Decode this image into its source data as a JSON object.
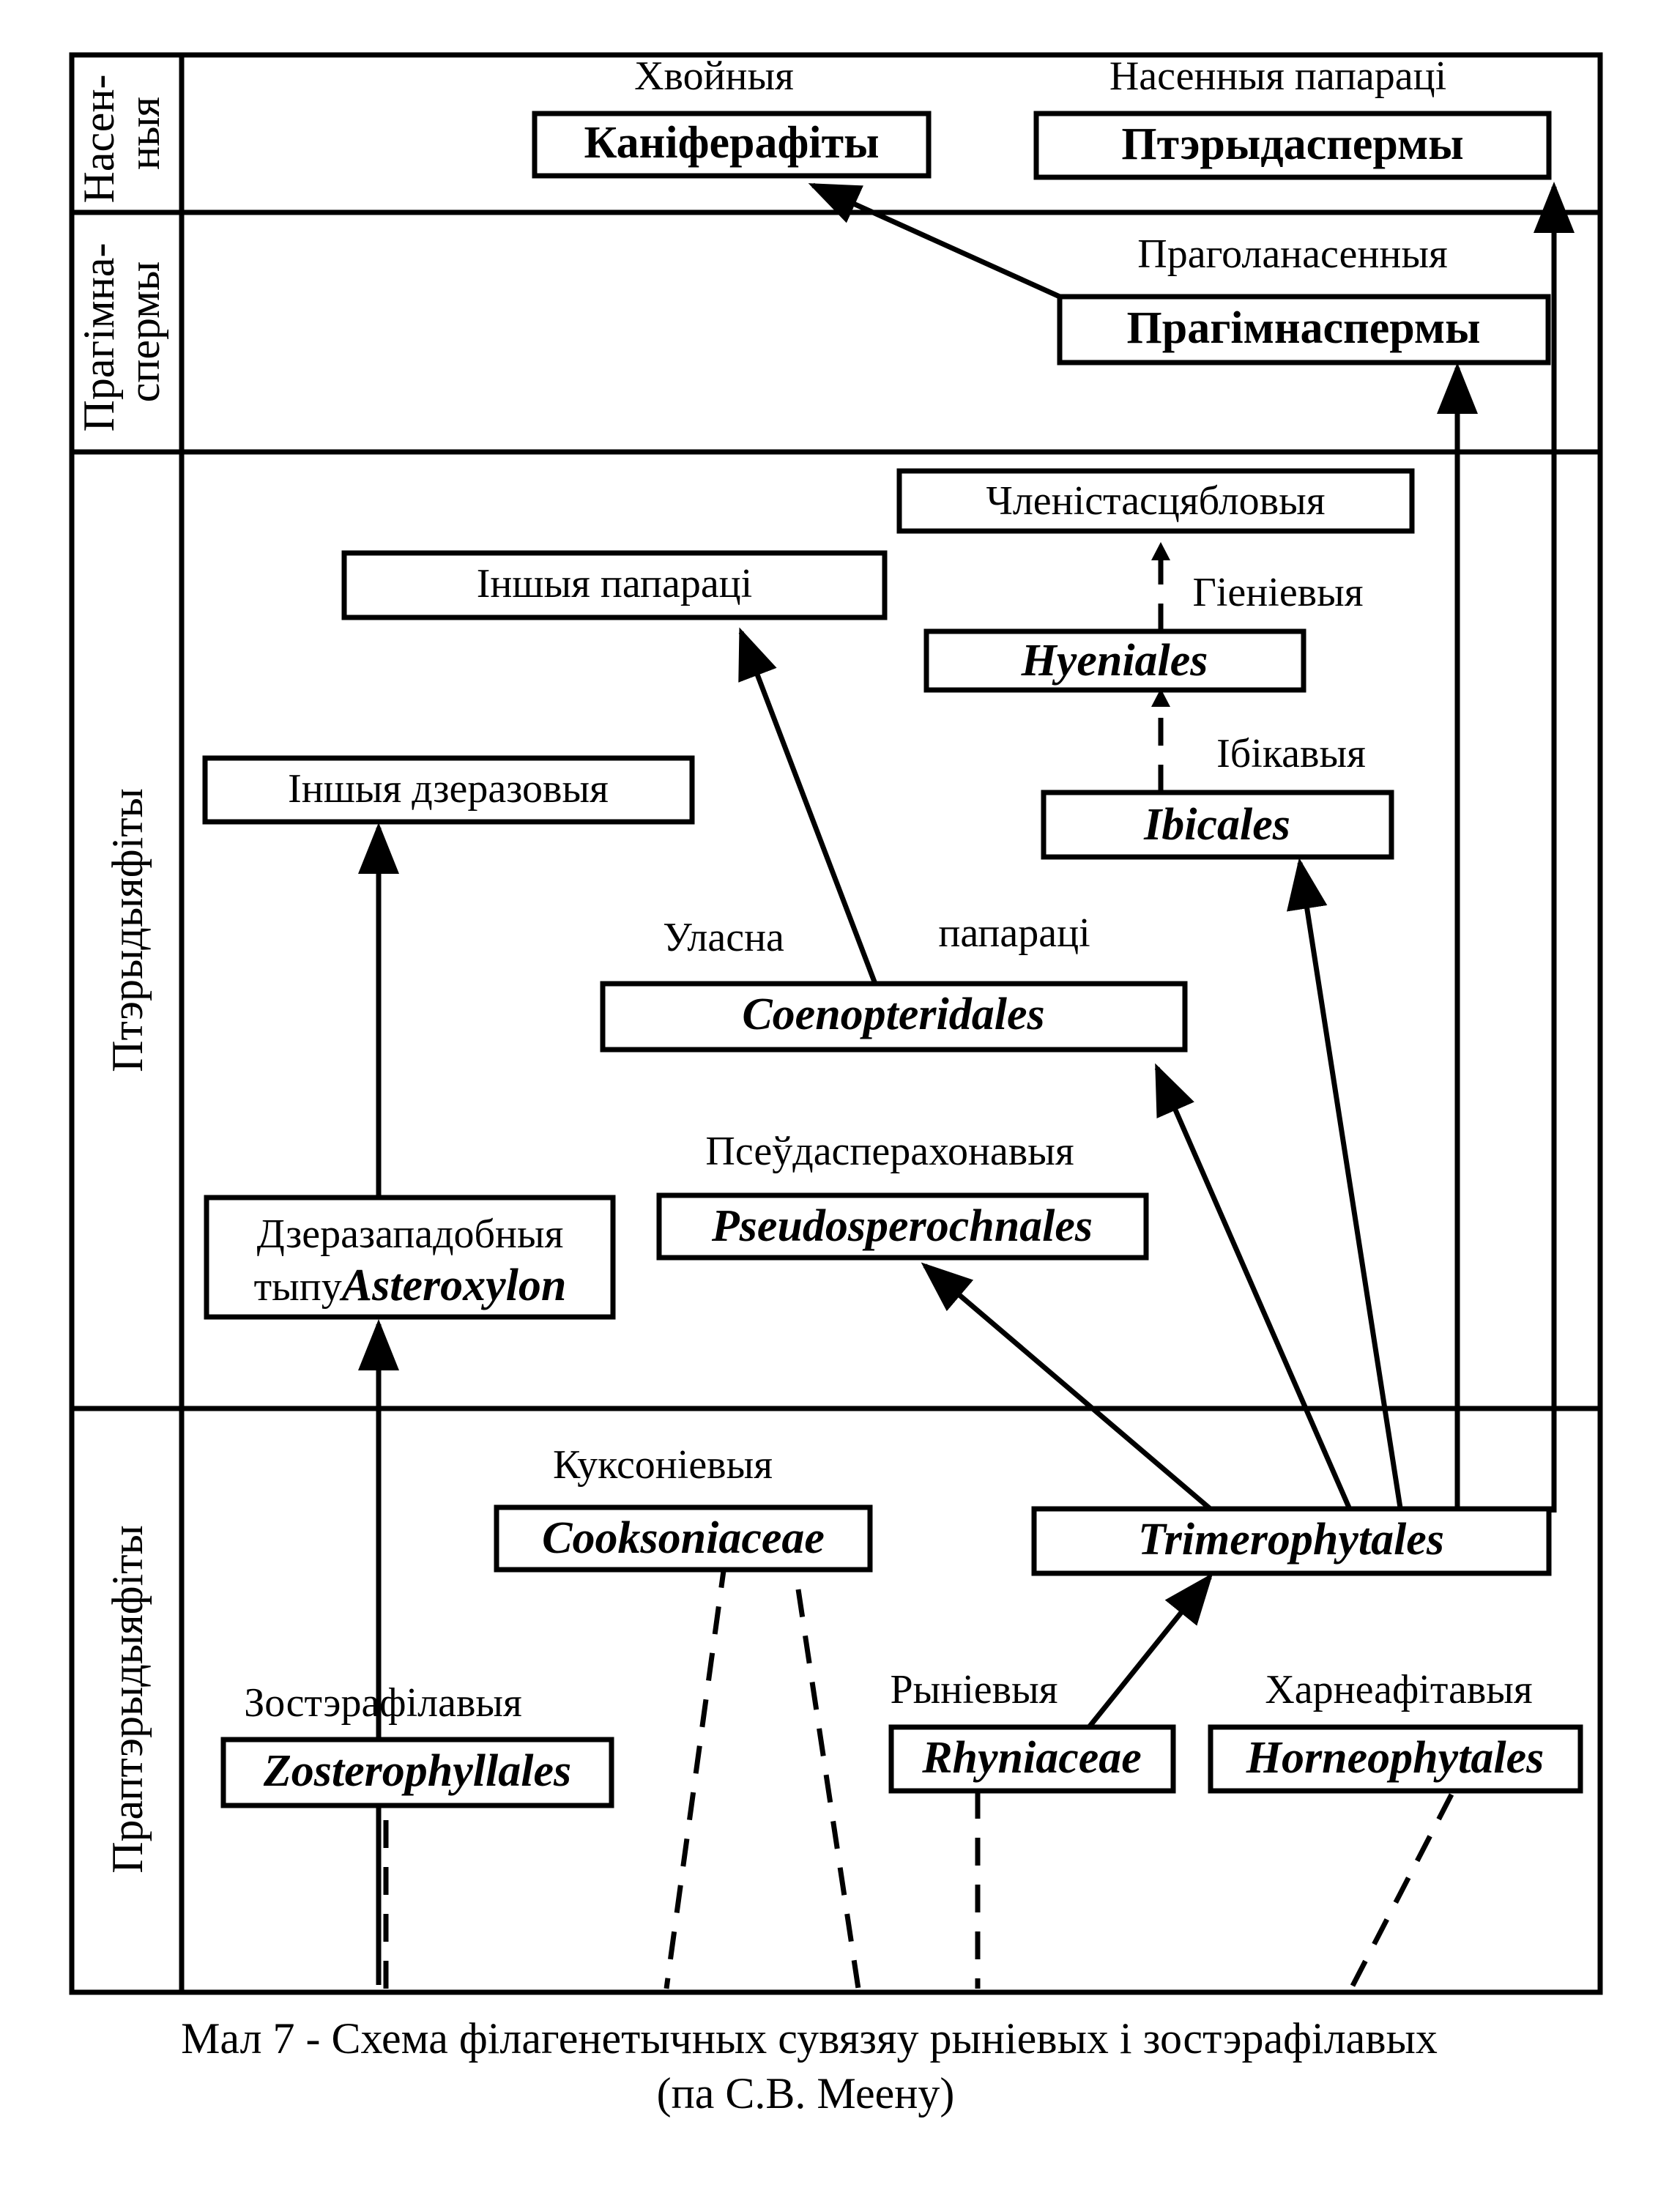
{
  "bands": {
    "seed": "Насен-\nныя",
    "progymnosperms": "Прагімна-\nспермы",
    "pteridophytes": "Птэрыдыяфіты",
    "protopteridophytes": "Праптэрыдыяфіты"
  },
  "labels": {
    "conifers_common": "Хвойныя",
    "seedferns_common": "Насенныя папараці",
    "proto_seed_common": "Праголанасенныя",
    "hyeniales_common": "Гіеніевыя",
    "ibicales_common": "Ібікавыя",
    "true_ferns_a": "Уласна",
    "true_ferns_b": "папараці",
    "pseudo_common": "Псеўдасперахонавыя",
    "cooksonia_common": "Куксоніевыя",
    "zostero_common": "Зостэрафілавыя",
    "rhynia_common": "Рыніевыя",
    "horneo_common": "Харнеафітавыя"
  },
  "boxes": {
    "coniferophyta": "Каніферафіты",
    "pteridosperms": "Птэрыдаспермы",
    "progymnosperms": "Прагімнаспермы",
    "sphenophyta": "Членістасцябловыя",
    "other_ferns": "Іншыя папараці",
    "hyeniales": "Hyeniales",
    "ibicales": "Ibicales",
    "other_lycopods": "Іншыя дзеразовыя",
    "coenopteridales": "Coenopteridales",
    "pseudosperochnales": "Pseudosperochnales",
    "asteroxylon_line1": "Дзеразападобныя",
    "asteroxylon_line2_prefix": "тыпу",
    "asteroxylon_line2_italic": "Asteroxylon",
    "cooksoniaceae": "Cooksoniaceae",
    "trimerophytales": "Trimerophytales",
    "zosterophyllales": "Zosterophyllales",
    "rhyniaceae": "Rhyniaceae",
    "horneophytales": "Horneophytales"
  },
  "caption": {
    "line1": "Мал 7 - Схема філагенетычных сувязяу рыніевых і зостэрафілавых",
    "line2": "(па С.В. Меену)"
  }
}
